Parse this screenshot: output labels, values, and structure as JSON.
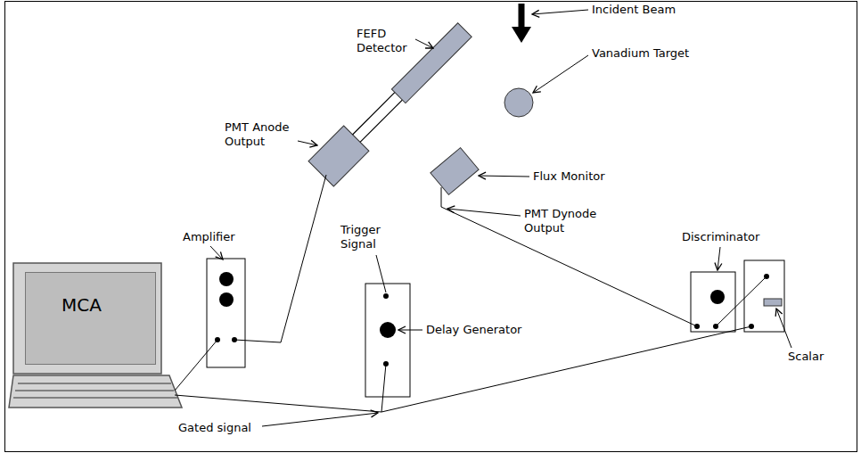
{
  "diagram": {
    "nodes": [
      {
        "text": [
          "MCA"
        ]
      }
    ],
    "labels": [
      "FEFD Detector",
      "Incident Beam",
      "Vanadium Target",
      "PMT Anode Output",
      "Flux Monitor",
      "Trigger Signal",
      "PMT Dynode Output",
      "Amplifier",
      "Discriminator",
      "Delay Generator",
      "Scalar",
      "Gated signal"
    ]
  }
}
